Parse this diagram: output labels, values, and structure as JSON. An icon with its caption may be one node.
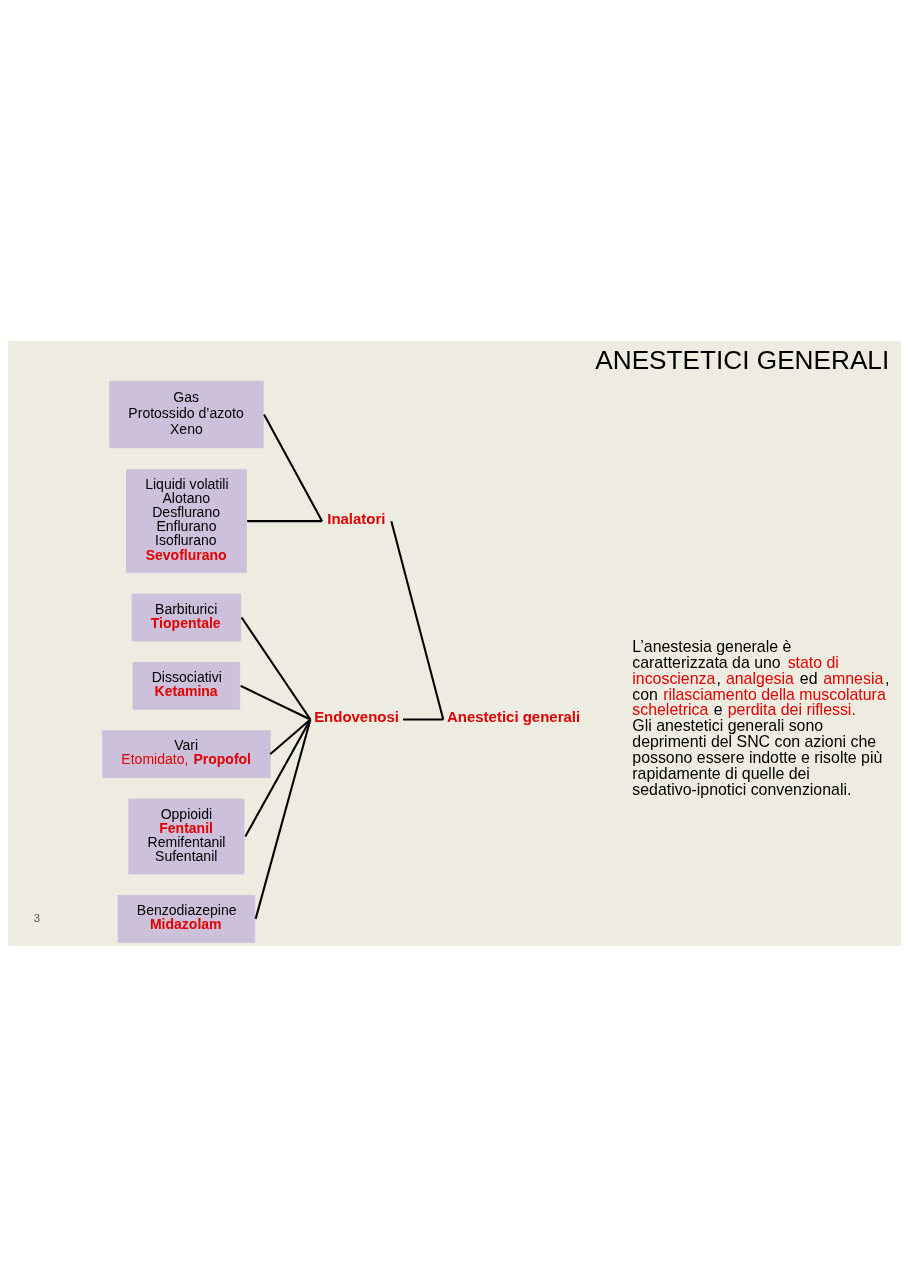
{
  "diagram": {
    "title": "ANESTETICI GENERALI",
    "nodes": [
      {
        "text": [
          "Anestetici generali"
        ]
      },
      {
        "text": [
          "Inalatori"
        ]
      },
      {
        "text": [
          "Endovenosi"
        ]
      },
      {
        "text": [
          "Gas",
          "Protossido d’azoto",
          "Xeno"
        ]
      },
      {
        "text": [
          "Liquidi volatili",
          "Alotano",
          "Desflurano",
          "Enflurano",
          "Isoflurano",
          "Sevoflurano"
        ]
      },
      {
        "text": [
          "Barbiturici",
          "Tiopentale"
        ]
      },
      {
        "text": [
          "Dissociativi",
          "Ketamina"
        ]
      },
      {
        "text": [
          "Vari",
          "Etomidato, **Propofol**"
        ]
      },
      {
        "text": [
          "Oppioidi",
          "Fentanil",
          "Remifentanil",
          "Sufentanil"
        ]
      },
      {
        "text": [
          "Benzodiazepine",
          "Midazolam"
        ]
      }
    ],
    "edges": [
      {
        "from": 0,
        "to": 1,
        "arrow": "none"
      },
      {
        "from": 0,
        "to": 2,
        "arrow": "none"
      },
      {
        "from": 1,
        "to": 3,
        "arrow": "none"
      },
      {
        "from": 1,
        "to": 4,
        "arrow": "none"
      },
      {
        "from": 2,
        "to": 5,
        "arrow": "none"
      },
      {
        "from": 2,
        "to": 6,
        "arrow": "none"
      },
      {
        "from": 2,
        "to": 7,
        "arrow": "none"
      },
      {
        "from": 2,
        "to": 8,
        "arrow": "none"
      },
      {
        "from": 2,
        "to": 9,
        "arrow": "none"
      }
    ],
    "labels": [
      "L’anestesia generale è caratterizzata da uno stato di incoscienza, analgesia ed amnesia, con rilasciamento della muscolatura scheletrica e perdita dei riflessi. Gli anestetici generali sono deprimenti del SNC con azioni che possono essere indotte e risolte più rapidamente di quelle dei sedativo-ipnotici convenzionali.",
      "3"
    ]
  }
}
